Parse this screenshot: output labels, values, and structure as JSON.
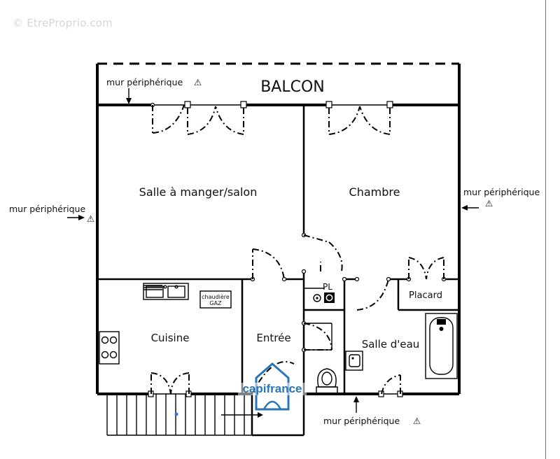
{
  "watermark": "© EtreProprio.com",
  "rooms": {
    "balcon": "BALCON",
    "salon": "Salle à manger/salon",
    "chambre": "Chambre",
    "cuisine": "Cuisine",
    "entree": "Entrée",
    "salle_eau": "Salle d'eau",
    "placard": "Placard",
    "pl": "PL"
  },
  "boiler": {
    "line1": "chaudière",
    "line2": "GAZ"
  },
  "notes": {
    "mur_top": "mur périphérique",
    "mur_left": "mur périphérique",
    "mur_right": "mur périphérique",
    "mur_bottom": "mur périphérique"
  },
  "warning_symbol": "⚠",
  "logo": {
    "brand": "capifrance"
  },
  "colors": {
    "walls": "#000000",
    "logo_blue": "#1f6fb2",
    "watermark": "#d6d6d6"
  },
  "icons": [
    "warning-icon",
    "arrow-icon",
    "logo-house-icon"
  ]
}
